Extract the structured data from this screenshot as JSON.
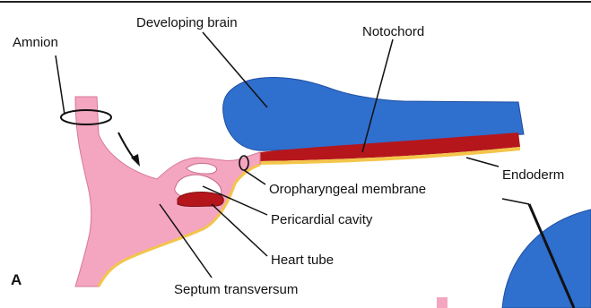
{
  "panel_letter": "A",
  "labels": {
    "amnion": "Amnion",
    "developing_brain": "Developing brain",
    "notochord": "Notochord",
    "endoderm": "Endoderm",
    "oropharyngeal_membrane": "Oropharyngeal membrane",
    "pericardial_cavity": "Pericardial cavity",
    "heart_tube": "Heart tube",
    "septum_transversum": "Septum transversum"
  },
  "colors": {
    "neural_blue": "#2f6fce",
    "embryo_pink": "#f4a5c0",
    "notochord_red": "#b5161b",
    "endoderm_yellow": "#f3c54a",
    "leader_line": "#111111"
  }
}
